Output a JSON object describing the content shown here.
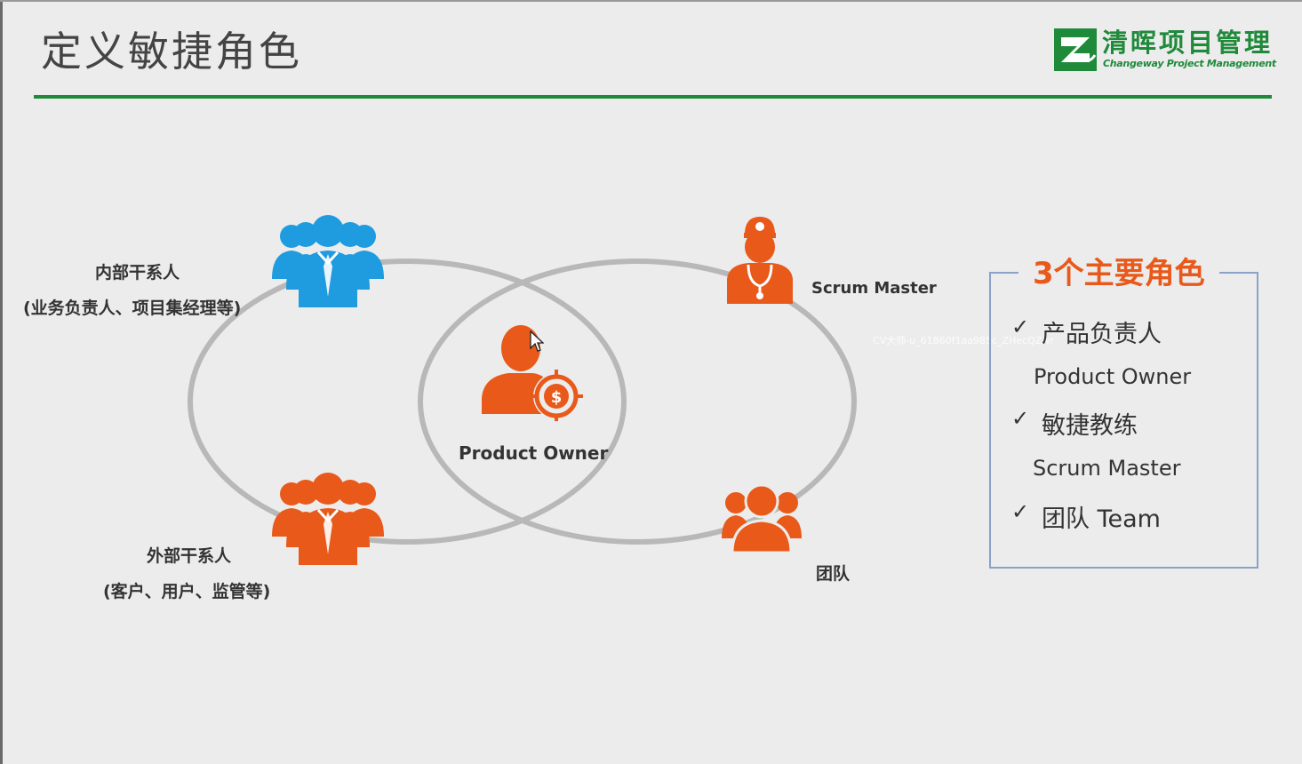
{
  "slide": {
    "title": "定义敏捷角色",
    "logo": {
      "name_cn": "清晖项目管理",
      "name_en": "Changeway Project Management"
    },
    "colors": {
      "accent_green": "#1e8a3a",
      "orange": "#e8591a",
      "blue": "#1f9be0",
      "circle_gray": "#b8b8b8",
      "box_border": "#8aa2c8"
    },
    "venn": {
      "internal_stakeholders": {
        "label": "内部干系人",
        "sublabel": "(业务负责人、项目集经理等)",
        "icon": "people-group-icon"
      },
      "external_stakeholders": {
        "label": "外部干系人",
        "sublabel": "(客户、用户、监管等)",
        "icon": "people-group-icon"
      },
      "product_owner": {
        "label": "Product Owner",
        "icon": "person-dollar-target-icon"
      },
      "scrum_master": {
        "label": "Scrum Master",
        "icon": "doctor-icon"
      },
      "team": {
        "label": "团队",
        "icon": "team-icon"
      }
    },
    "roles_box": {
      "title": "3个主要角色",
      "items": [
        {
          "cn": "产品负责人",
          "en": "Product Owner"
        },
        {
          "cn": "敏捷教练",
          "en": "Scrum Master"
        },
        {
          "cn": "团队 Team",
          "en": ""
        }
      ]
    },
    "watermark": "CV大师-u_61860f1aa985c_ZHecQZwr"
  }
}
